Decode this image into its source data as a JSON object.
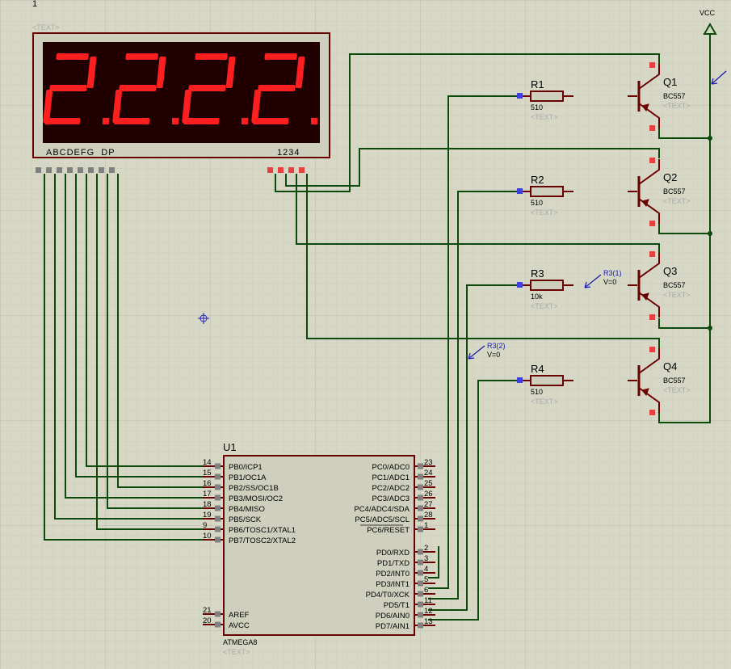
{
  "display": {
    "ref": "1",
    "text_placeholder": "<TEXT>",
    "segment_labels": "ABCDEFG  DP",
    "digit_labels": "1234"
  },
  "resistors": [
    {
      "ref": "R1",
      "value": "510",
      "text": "<TEXT>"
    },
    {
      "ref": "R2",
      "value": "510",
      "text": "<TEXT>"
    },
    {
      "ref": "R3",
      "value": "10k",
      "text": "<TEXT>"
    },
    {
      "ref": "R4",
      "value": "510",
      "text": "<TEXT>"
    }
  ],
  "transistors": [
    {
      "ref": "Q1",
      "model": "BC557",
      "text": "<TEXT>"
    },
    {
      "ref": "Q2",
      "model": "BC557",
      "text": "<TEXT>"
    },
    {
      "ref": "Q3",
      "model": "BC557",
      "text": "<TEXT>"
    },
    {
      "ref": "Q4",
      "model": "BC557",
      "text": "<TEXT>"
    }
  ],
  "probes": [
    {
      "name": "R3(1)",
      "value": "V=0"
    },
    {
      "name": "R3(2)",
      "value": "V=0"
    }
  ],
  "power": {
    "label": "VCC"
  },
  "mcu": {
    "ref": "U1",
    "model": "ATMEGA8",
    "text": "<TEXT>",
    "left_pins": [
      {
        "num": "14",
        "name": "PB0/ICP1"
      },
      {
        "num": "15",
        "name": "PB1/OC1A"
      },
      {
        "num": "16",
        "name": "PB2/SS/OC1B"
      },
      {
        "num": "17",
        "name": "PB3/MOSI/OC2"
      },
      {
        "num": "18",
        "name": "PB4/MISO"
      },
      {
        "num": "19",
        "name": "PB5/SCK"
      },
      {
        "num": "9",
        "name": "PB6/TOSC1/XTAL1"
      },
      {
        "num": "10",
        "name": "PB7/TOSC2/XTAL2"
      }
    ],
    "left_power_pins": [
      {
        "num": "21",
        "name": "AREF"
      },
      {
        "num": "20",
        "name": "AVCC"
      }
    ],
    "right_pins_c": [
      {
        "num": "23",
        "name": "PC0/ADC0"
      },
      {
        "num": "24",
        "name": "PC1/ADC1"
      },
      {
        "num": "25",
        "name": "PC2/ADC2"
      },
      {
        "num": "26",
        "name": "PC3/ADC3"
      },
      {
        "num": "27",
        "name": "PC4/ADC4/SDA"
      },
      {
        "num": "28",
        "name": "PC5/ADC5/SCL"
      },
      {
        "num": "1",
        "name": "PC6/RESET"
      }
    ],
    "right_pins_d": [
      {
        "num": "2",
        "name": "PD0/RXD"
      },
      {
        "num": "3",
        "name": "PD1/TXD"
      },
      {
        "num": "4",
        "name": "PD2/INT0"
      },
      {
        "num": "5",
        "name": "PD3/INT1"
      },
      {
        "num": "6",
        "name": "PD4/T0/XCK"
      },
      {
        "num": "11",
        "name": "PD5/T1"
      },
      {
        "num": "12",
        "name": "PD6/AIN0"
      },
      {
        "num": "13",
        "name": "PD7/AIN1"
      }
    ]
  },
  "colors": {
    "background": "#d7d7c6",
    "grid": "#c3c3b2",
    "wire": "#0b4a0b",
    "component_outline": "#6b0000",
    "chip_body": "#cfcfbd",
    "segment_on": "#ff1f1f",
    "display_bg": "#200000",
    "pin_gray": "#808080",
    "pin_red": "#e84040",
    "pin_blue": "#4040e0",
    "probe_text": "#1b1bb0"
  }
}
